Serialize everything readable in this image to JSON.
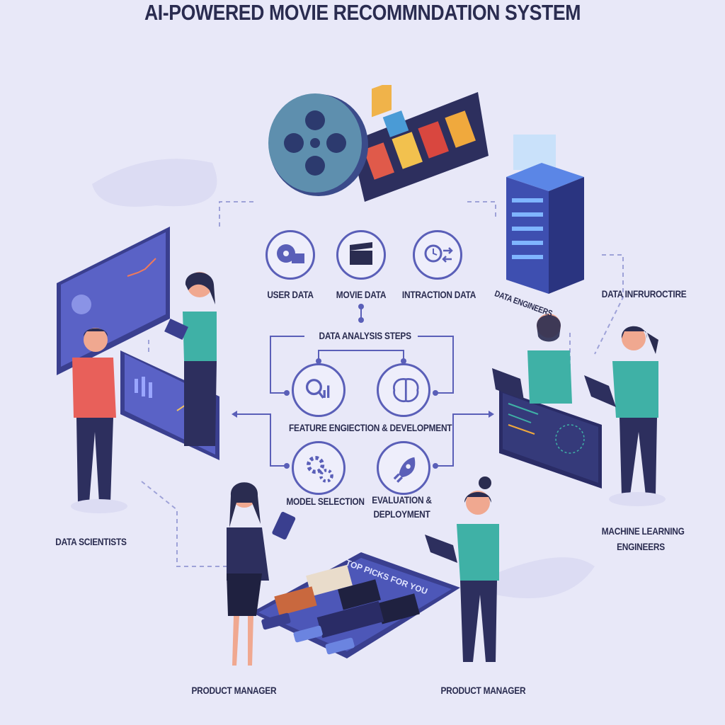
{
  "title": "AI-POWERED MOVIE RECOMMNDATION SYSTEM",
  "data_sources": [
    {
      "label": "USER DATA",
      "icon": "film-reel-icon"
    },
    {
      "label": "MOVIE DATA",
      "icon": "clapperboard-icon"
    },
    {
      "label": "INTRACTION DATA",
      "icon": "clock-arrows-icon"
    }
  ],
  "analysis": {
    "heading": "DATA ANALYSIS STEPS",
    "feature_label": "FEATURE ENGIECTION  & DEVELOPMENT",
    "model_label": "MODEL SELECTION",
    "eval_label_1": "EVALUATION &",
    "eval_label_2": "DEPLOYMENT"
  },
  "roles": {
    "data_engineers": "DATA ENGINEERS",
    "data_infrastructure": "DATA INFRUROCTIRE",
    "data_scientists": "DATA SCIENTISTS",
    "ml_engineers_1": "MACHINE LEARNING",
    "ml_engineers_2": "ENGINEERS",
    "product_manager_left": "PRODUCT MANAGER",
    "product_manager_right": "PRODUCT MANAGER"
  },
  "tablet": {
    "heading": "TOP PICKS FOR YOU"
  },
  "colors": {
    "background": "#e8e8f8",
    "accent": "#5a5fb8",
    "teal": "#3fb1a6",
    "navy": "#2a2c50"
  }
}
